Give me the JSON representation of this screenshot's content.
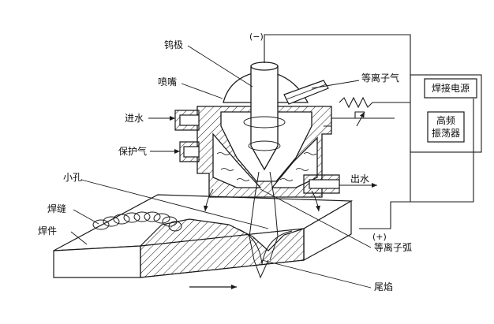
{
  "labels": {
    "tungsten_electrode": "钨极",
    "nozzle": "喷嘴",
    "water_in": "进水",
    "shielding_gas": "保护气",
    "small_hole": "小孔",
    "weld_seam": "焊缝",
    "workpiece": "焊件",
    "plasma_gas": "等离子气",
    "water_out": "出水",
    "plasma_arc": "等离子弧",
    "tail_flame": "尾焰",
    "negative_terminal": "(−)",
    "positive_terminal": "(+)"
  },
  "power_supply": {
    "label": "焊接电源"
  },
  "oscillator": {
    "line1": "高频",
    "line2": "振荡器"
  },
  "colors": {
    "line": "#1a1a1a",
    "background": "#ffffff"
  }
}
